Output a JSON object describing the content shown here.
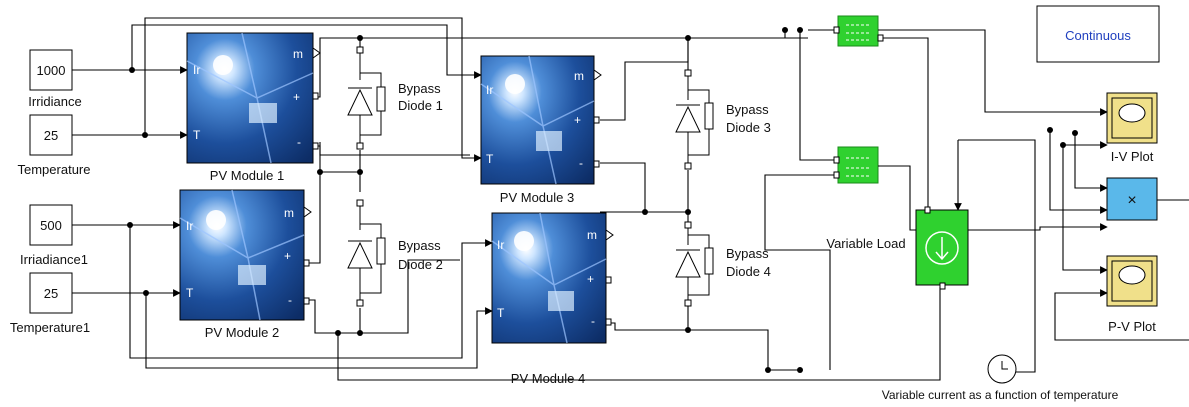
{
  "blocks": {
    "irr1": {
      "value": "1000",
      "label": "Irridiance"
    },
    "temp1": {
      "value": "25",
      "label": "Temperature"
    },
    "irr2": {
      "value": "500",
      "label": "Irriadiance1"
    },
    "temp2": {
      "value": "25",
      "label": "Temperature1"
    },
    "pv1": {
      "label": "PV Module 1"
    },
    "pv2": {
      "label": "PV Module 2"
    },
    "pv3": {
      "label": "PV Module 3"
    },
    "pv4": {
      "label": "PV Module 4"
    },
    "ports": {
      "irradiance": "Ir",
      "temperature": "T",
      "measure": "m",
      "plus": "+",
      "minus": "-"
    },
    "diodes": {
      "d1": {
        "line1": "Bypass",
        "line2": "Diode 1"
      },
      "d2": {
        "line1": "Bypass",
        "line2": "Diode 2"
      },
      "d3": {
        "line1": "Bypass",
        "line2": "Diode 3"
      },
      "d4": {
        "line1": "Bypass",
        "line2": "Diode 4"
      }
    },
    "continuous": "Continuous",
    "variable_load": "Variable Load",
    "iv_plot": "I-V Plot",
    "pv_plot": "P-V Plot",
    "product_symbol": "×",
    "clock_caption": "Variable current as a function of temperature"
  },
  "colors": {
    "wire": "#000000",
    "block_border": "#000000",
    "sensor_green": "#2fd12f",
    "scope_yellow": "#f0e08a",
    "product_blue": "#5ab8ea",
    "panel_blue": "#1f4f9a",
    "continuous_text": "#1f3fbf"
  }
}
